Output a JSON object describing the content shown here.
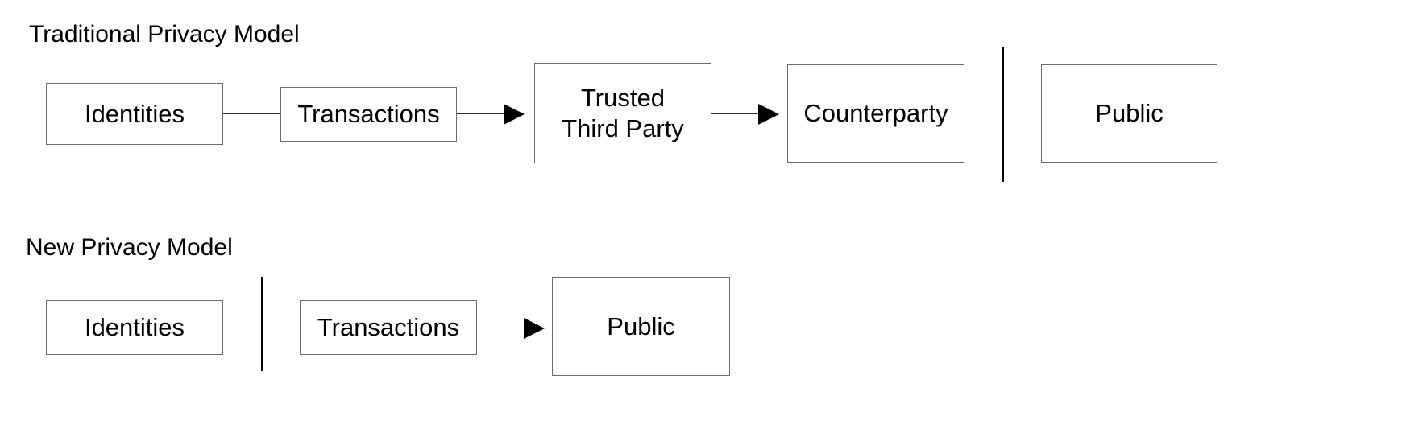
{
  "diagram": {
    "title_traditional": "Traditional Privacy Model",
    "title_new": "New Privacy Model",
    "background_color": "#ffffff",
    "box_border_color": "#6b6b6b",
    "line_color": "#000000"
  },
  "traditional_model": {
    "heading": "Traditional Privacy Model",
    "nodes": [
      {
        "id": "identities",
        "label": "Identities"
      },
      {
        "id": "transactions",
        "label": "Transactions"
      },
      {
        "id": "trusted-third-party",
        "label": "Trusted\nThird Party"
      },
      {
        "id": "counterparty",
        "label": "Counterparty"
      },
      {
        "id": "public",
        "label": "Public"
      }
    ],
    "connections": [
      {
        "from": "identities",
        "to": "transactions",
        "arrow": false
      },
      {
        "from": "transactions",
        "to": "trusted-third-party",
        "arrow": true
      },
      {
        "from": "trusted-third-party",
        "to": "counterparty",
        "arrow": true
      }
    ],
    "privacy_boundary": "vertical-divider-between-counterparty-and-public"
  },
  "new_model": {
    "heading": "New Privacy Model",
    "nodes": [
      {
        "id": "identities",
        "label": "Identities"
      },
      {
        "id": "transactions",
        "label": "Transactions"
      },
      {
        "id": "public",
        "label": "Public"
      }
    ],
    "connections": [
      {
        "from": "transactions",
        "to": "public",
        "arrow": true
      }
    ],
    "privacy_boundary": "vertical-divider-between-identities-and-transactions"
  }
}
